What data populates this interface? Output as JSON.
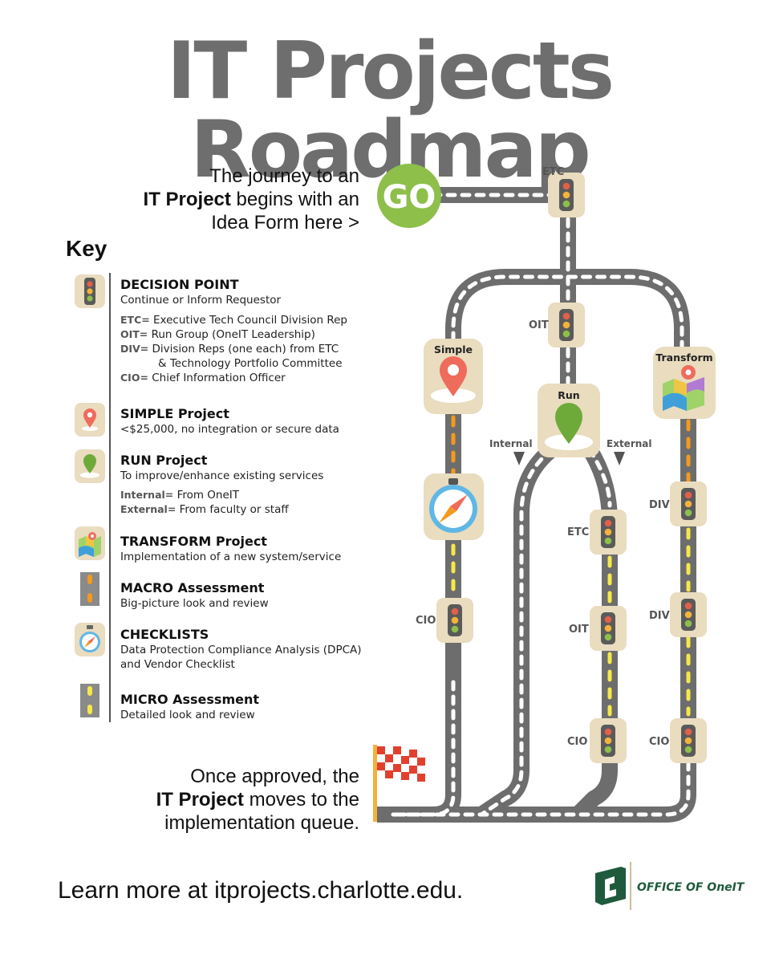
{
  "title": "IT Projects Roadmap",
  "intro": {
    "line1": "The journey to an",
    "line2_bold": "IT Project",
    "line2_rest": " begins with an",
    "line3": "Idea Form here >"
  },
  "go_label": "GO",
  "key": {
    "heading": "Key",
    "decision": {
      "title": "DECISION POINT",
      "desc": "Continue or Inform Requestor",
      "definitions": [
        {
          "abbr": "ETC=",
          "text": "Executive Tech Council Division Rep"
        },
        {
          "abbr": "OIT=",
          "text": "Run Group (OneIT Leadership)"
        },
        {
          "abbr": "DIV=",
          "text": "Division Reps (one each) from ETC"
        },
        {
          "abbr": "",
          "text": "& Technology Portfolio Committee"
        },
        {
          "abbr": "CIO=",
          "text": "Chief Information Officer"
        }
      ]
    },
    "simple": {
      "title": "SIMPLE Project",
      "desc": "<$25,000, no integration or secure data"
    },
    "run": {
      "title": "RUN Project",
      "desc": "To improve/enhance existing services",
      "definitions": [
        {
          "abbr": "Internal=",
          "text": "From OneIT"
        },
        {
          "abbr": "External=",
          "text": "From faculty or staff"
        }
      ]
    },
    "transform": {
      "title": "TRANSFORM Project",
      "desc": "Implementation of a new system/service"
    },
    "macro": {
      "title": "MACRO Assessment",
      "desc": "Big-picture look and review"
    },
    "checklists": {
      "title": "CHECKLISTS",
      "desc1": "Data Protection Compliance Analysis (DPCA)",
      "desc2": "and Vendor Checklist"
    },
    "micro": {
      "title": "MICRO Assessment",
      "desc": "Detailed look and review"
    }
  },
  "map": {
    "etc_top": "ETC",
    "oit_mid": "OIT",
    "simple": "Simple",
    "run": "Run",
    "transform": "Transform",
    "internal": "Internal",
    "external": "External",
    "cio_simple": "CIO",
    "etc_ext": "ETC",
    "oit_ext": "OIT",
    "cio_ext": "CIO",
    "div1": "DIV",
    "div2": "DIV",
    "cio_tr": "CIO"
  },
  "outro": {
    "line1": "Once approved, the",
    "line2_bold": "IT Project",
    "line2_rest": " moves to the",
    "line3": "implementation queue."
  },
  "footer": {
    "learn_more": "Learn more at itprojects.charlotte.edu.",
    "logo_text": "OFFICE OF OneIT"
  },
  "colors": {
    "road": "#6d6d6d",
    "go": "#8dbf4a",
    "tile": "#e9dcbf",
    "macro_dash": "#f39a1f",
    "micro_dash": "#f5e84a",
    "brand_green": "#1f5a3c"
  }
}
